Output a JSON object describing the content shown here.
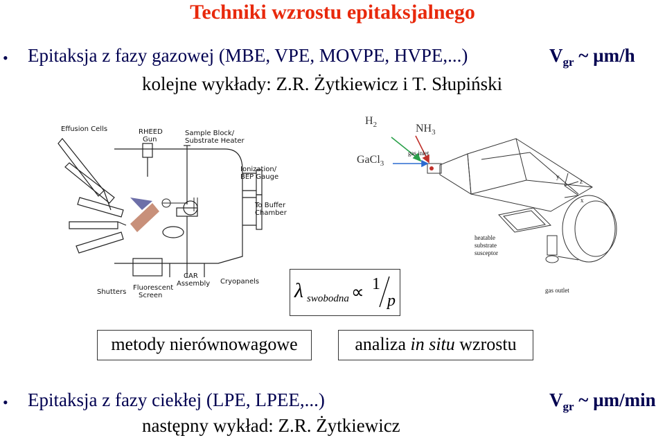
{
  "title": "Techniki wzrostu epitaksjalnego",
  "section1": {
    "bullet": "•",
    "text": "Epitaksja z fazy gazowej (MBE, VPE, MOVPE, HVPE,...)",
    "rate_v": "V",
    "rate_sub": "gr",
    "rate_unit": "~ µm/h",
    "lectures": "kolejne wykłady: Z.R. Żytkiewicz i T. Słupiński"
  },
  "mbe_diagram": {
    "labels": {
      "effusion_cells": "Effusion Cells",
      "rheed_gun_1": "RHEED",
      "rheed_gun_2": "Gun",
      "sample_block_1": "Sample Block/",
      "sample_block_2": "Substrate Heater",
      "ionization_1": "Ionization/",
      "ionization_2": "BEP Gauge",
      "buffer_1": "To Buffer",
      "buffer_2": "Chamber",
      "shutters": "Shutters",
      "fluorescent_1": "Fluorescent",
      "fluorescent_2": "Screen",
      "car_1": "CAR",
      "car_2": "Assembly",
      "cryopanels": "Cryopanels"
    }
  },
  "vpe_diagram": {
    "h2": "H",
    "h2_sub": "2",
    "nh3": "NH",
    "nh3_sub": "3",
    "gacl3": "GaCl",
    "gacl3_sub": "3",
    "gas_inlet": "gas inlet",
    "gas_outlet": "gas outlet",
    "susceptor_1": "heatable",
    "susceptor_2": "substrate",
    "susceptor_3": "susceptor",
    "axis_x": "x",
    "axis_y": "y",
    "axis_z": "z"
  },
  "formula": {
    "lambda": "λ",
    "subscript": "swobodna",
    "proportional": "∝",
    "numerator": "1",
    "denominator": "p"
  },
  "boxes": {
    "left": "metody nierównowagowe",
    "right_pre": "analiza ",
    "right_italic": "in situ",
    "right_post": " wzrostu"
  },
  "section2": {
    "bullet": "•",
    "text": "Epitaksja z fazy ciekłej (LPE, LPEE,...)",
    "rate_v": "V",
    "rate_sub": "gr",
    "rate_unit": "~ µm/min",
    "lectures": "następny wykład: Z.R. Żytkiewicz"
  }
}
